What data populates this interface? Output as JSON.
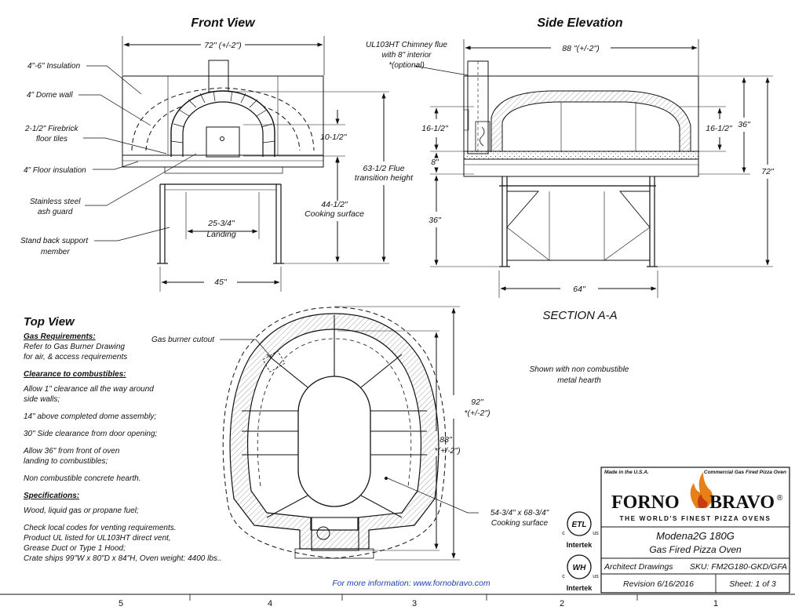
{
  "views": {
    "front_title": "Front View",
    "side_title": "Side Elevation",
    "top_title": "Top View",
    "section_title": "SECTION A-A"
  },
  "front": {
    "width_dim": "72\" (+/-2\")",
    "insulation": "4\"-6\" Insulation",
    "dome_wall": "4\" Dome wall",
    "firebrick_1": "2-1/2\" Firebrick",
    "firebrick_2": "floor tiles",
    "floor_insulation": "4\" Floor insulation",
    "ash_guard_1": "Stainless steel",
    "ash_guard_2": "ash guard",
    "stand_support_1": "Stand back support",
    "stand_support_2": "member",
    "door_height": "10-1/2\"",
    "flue_height_1": "63-1/2 Flue",
    "flue_height_2": "transition height",
    "cooking_height_1": "44-1/2\"",
    "cooking_height_2": "Cooking surface",
    "landing_1": "25-3/4\"",
    "landing_2": "Landing",
    "stand_width": "45\""
  },
  "side": {
    "chimney_1": "UL103HT Chimney flue",
    "chimney_2": "with 8\" interior",
    "chimney_3": "*(optional)",
    "depth_dim": "88 \"(+/-2\")",
    "dim_16a": "16-1/2\"",
    "dim_16b": "16-1/2\"",
    "dim_8": "8\"",
    "dim_36_stand": "36\"",
    "dim_36_top": "36\"",
    "dim_72": "72\"",
    "stand_depth": "64\"",
    "note_1": "Shown with non combustible",
    "note_2": "metal hearth"
  },
  "top": {
    "burner_cutout": "Gas burner cutout",
    "dim_92_1": "92\"",
    "dim_92_2": "*(+/-2\")",
    "dim_88_1": "88\"",
    "dim_88_2": "*(+/-2\")",
    "cooking_1": "54-3/4\" x 68-3/4\"",
    "cooking_2": "Cooking surface"
  },
  "notes": {
    "gas_heading": "Gas Requirements:",
    "gas_text": [
      "Refer to Gas Burner Drawing",
      "for air, & access requirements"
    ],
    "clearance_heading": "Clearance to combustibles:",
    "clearance_items": [
      [
        "Allow 1\" clearance all the way around",
        "side walls;"
      ],
      [
        "14\" above completed dome assembly;"
      ],
      [
        "30\" Side clearance from door opening;"
      ],
      [
        "Allow 36\" from front of oven",
        "landing to combustibles;"
      ],
      [
        "Non combustible concrete hearth."
      ]
    ],
    "spec_heading": "Specifications:",
    "spec_items": [
      [
        "Wood, liquid gas or propane fuel;"
      ],
      [
        "Check local codes for venting requirements.",
        "Product UL listed for UL103HT direct vent,",
        "Grease Duct or Type 1 Hood;",
        "Crate ships 99\"W x 80\"D x 84\"H, Oven weight: 4400 lbs.."
      ]
    ]
  },
  "title_block": {
    "made_in": "Made in the U.S.A.",
    "commercial": "Commercial Gas Fired Pizza Oven",
    "brand_left": "FORNO",
    "brand_right": "BRAVO",
    "registered": "®",
    "tagline": "THE WORLD'S FINEST PIZZA OVENS",
    "model": "Modena2G 180G",
    "subtitle": "Gas Fired Pizza Oven",
    "drawing_type": "Architect Drawings",
    "sku": "SKU: FM2G180-GKD/GFA",
    "revision": "Revision 6/16/2016",
    "sheet": "Sheet: 1 of 3",
    "cert1_mark": "ETL",
    "cert1_c": "c",
    "cert1_us": "us",
    "cert1_name": "Intertek",
    "cert2_mark": "WH",
    "cert2_c": "c",
    "cert2_us": "us",
    "cert2_name": "Intertek"
  },
  "footer": {
    "info": "For more information: www.fornobravo.com",
    "zones": [
      "5",
      "4",
      "3",
      "2",
      "1"
    ]
  },
  "colors": {
    "ink": "#111111",
    "flame_outer": "#e8801a",
    "flame_inner": "#c73a12",
    "link_blue": "#1a3fb5",
    "brick_fill": "#e4e4e4"
  }
}
